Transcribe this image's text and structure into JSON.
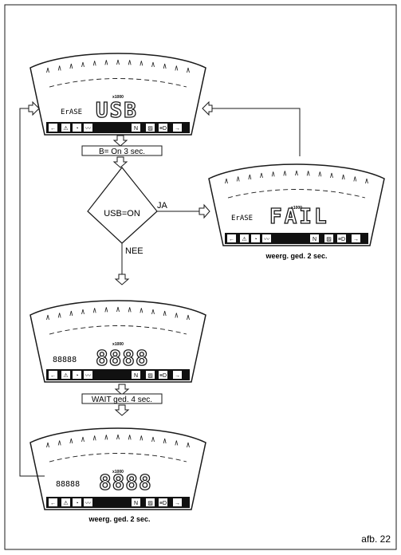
{
  "colors": {
    "ink": "#1a1a1a",
    "panel": "#ffffff",
    "button_bar": "#111111",
    "key": "#ffffff"
  },
  "dash_common": {
    "multiplier": "x1000",
    "keys": [
      "←",
      "⚠",
      "◔",
      "〰",
      "N",
      "▨",
      "≡D",
      "→"
    ]
  },
  "dash_top": {
    "prefix": "ErASE",
    "main": "USB"
  },
  "dash_fail": {
    "prefix": "ErASE",
    "main": "FAIL",
    "caption": "weerg. ged. 2 sec."
  },
  "dash_mid": {
    "prefix": "88888",
    "main": "8888"
  },
  "dash_bottom": {
    "prefix": "88888",
    "main": "8888",
    "caption": "weerg. ged. 2 sec."
  },
  "step_hold": "B= On 3 sec.",
  "decision": {
    "label": "USB=ON",
    "yes": "JA",
    "no": "NEE"
  },
  "step_wait": "WAIT ged. 4 sec.",
  "figure_label": "afb. 22"
}
